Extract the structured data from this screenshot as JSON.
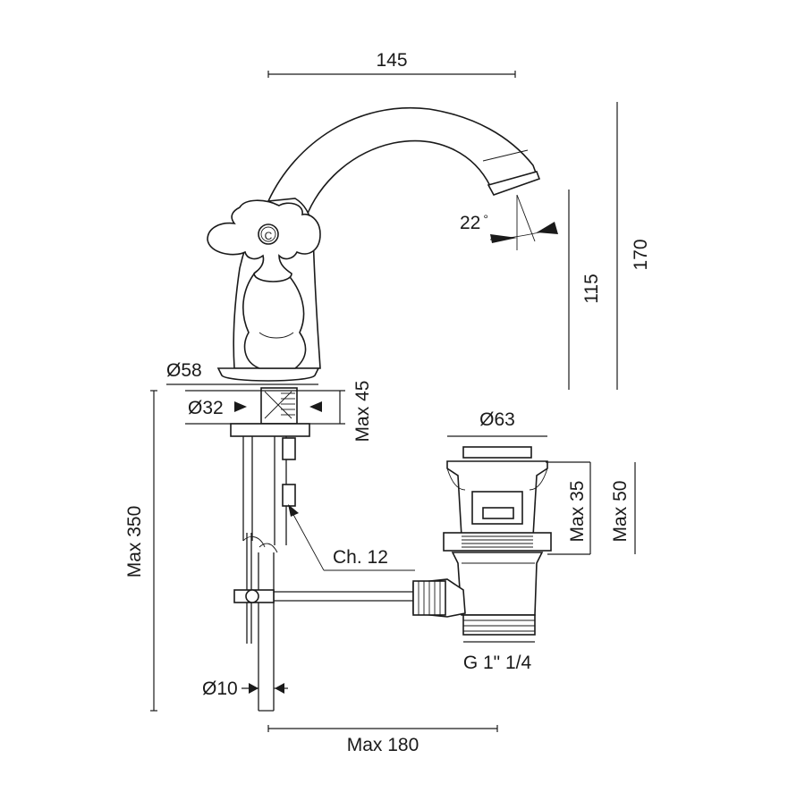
{
  "dimensions": {
    "width_top": "145",
    "height_total": "170",
    "height_spout": "115",
    "angle": "22",
    "angle_unit": "°",
    "base_diameter": "Ø58",
    "hole_diameter": "Ø32",
    "deck_max": "Max 45",
    "waste_diameter": "Ø63",
    "waste_max_35": "Max 35",
    "waste_max_50": "Max 50",
    "wrench": "Ch. 12",
    "rod_diameter": "Ø10",
    "height_max_350": "Max 350",
    "width_max_180": "Max 180",
    "thread": "G 1\" 1/4",
    "handle_logo": "C"
  }
}
